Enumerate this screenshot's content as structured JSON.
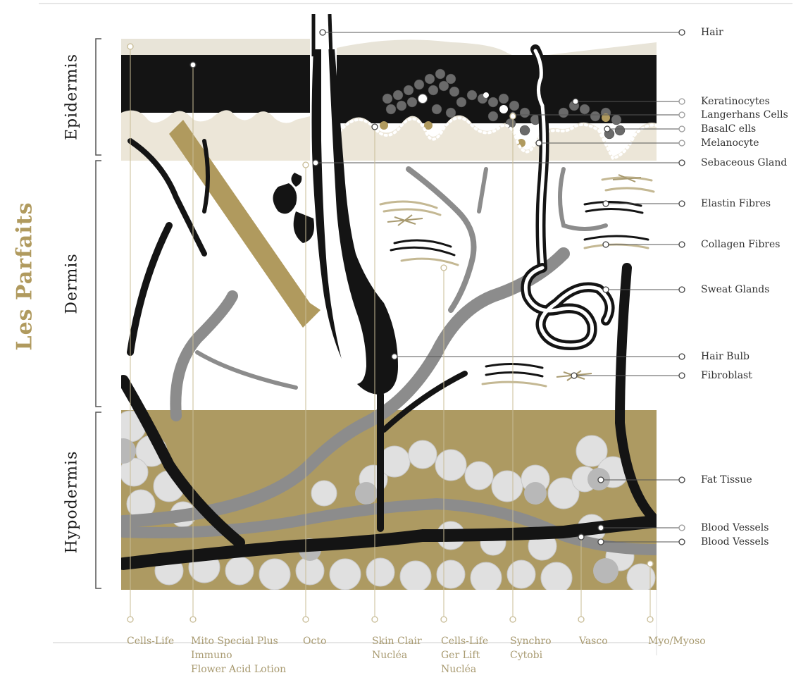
{
  "side_title": "Les Parfaits",
  "layers": {
    "epidermis": "Epidermis",
    "dermis": "Dermis",
    "hypodermis": "Hypodermis"
  },
  "structures": [
    "Hair",
    "Keratinocytes",
    "Langerhans Cells",
    "BasalC ells",
    "Melanocyte",
    "Sebaceous Gland",
    "Elastin Fibres",
    "Collagen Fibres",
    "Sweat Glands",
    "Hair Bulb",
    "Fibroblast",
    "Fat Tissue",
    "Blood Vessels",
    "Blood Vessels"
  ],
  "products": [
    [
      "Cells-Life"
    ],
    [
      "Mito Special Plus",
      "Immuno",
      "Flower Acid Lotion"
    ],
    [
      "Octo"
    ],
    [
      "Skin Clair",
      "Nucléa"
    ],
    [
      "Cells-Life",
      "Ger Lift",
      "Nucléa"
    ],
    [
      "Synchro",
      "Cytobi"
    ],
    [
      "Vasco"
    ],
    [
      "Myo/Myoso"
    ]
  ],
  "colors": {
    "gold": "#b09a5e",
    "fat_gold": "#ad9a62",
    "black": "#141414",
    "gray": "#8c8c8c",
    "cream": "#ece6d8"
  }
}
